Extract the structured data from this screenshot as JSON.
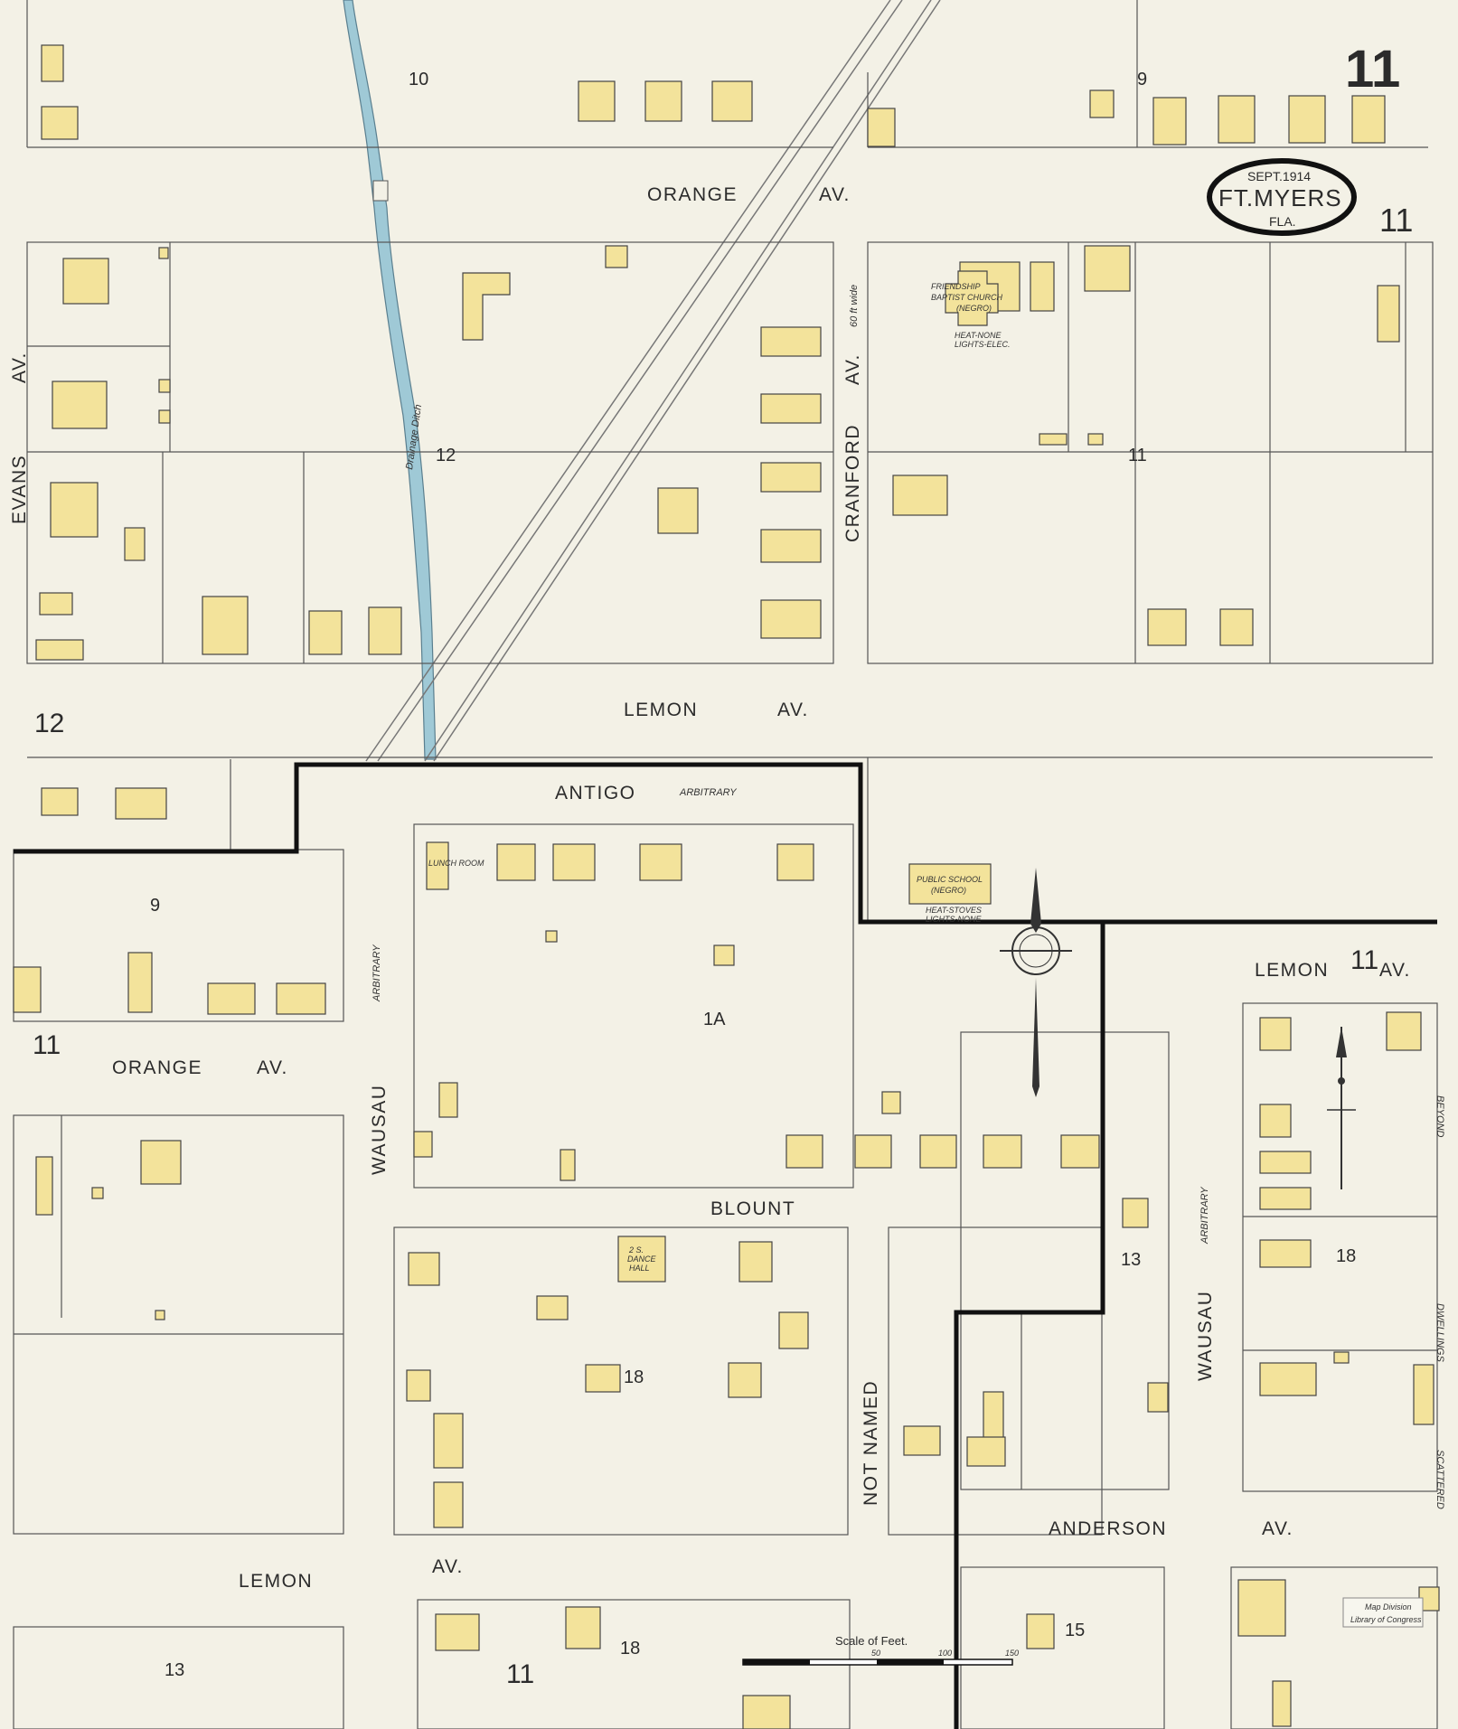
{
  "sheet": {
    "number": "11",
    "date": "SEPT.1914",
    "city": "FT.MYERS",
    "state": "FLA."
  },
  "streets": {
    "orange_top": "ORANGE",
    "orange_top_av": "AV.",
    "lemon_mid": "LEMON",
    "lemon_mid_av": "AV.",
    "antigo": "ANTIGO",
    "antigo_note": "ARBITRARY",
    "orange_left": "ORANGE",
    "orange_left_av": "AV.",
    "blount": "BLOUNT",
    "lemon_bottom": "LEMON",
    "lemon_bottom_av": "AV.",
    "lemon_right": "LEMON",
    "lemon_right_av": "AV.",
    "anderson": "ANDERSON",
    "anderson_av": "AV.",
    "wausau_left": "WAUSAU",
    "wausau_right": "WAUSAU",
    "not_named": "NOT NAMED",
    "cranford": "CRANFORD",
    "cranford_av": "AV.",
    "cranford_width": "60 ft wide",
    "evans": "EVANS",
    "evans_av": "AV.",
    "drainage_ditch": "Drainage Ditch",
    "arbitrary": "ARBITRARY"
  },
  "blocks": [
    "10",
    "9",
    "12",
    "11",
    "12",
    "9",
    "11",
    "1A",
    "11",
    "18",
    "13",
    "18",
    "15",
    "13",
    "11",
    "18"
  ],
  "buildings": {
    "church": [
      "FRIENDSHIP",
      "BAPTIST CHURCH",
      "(NEGRO)"
    ],
    "church_note": [
      "HEAT-NONE",
      "LIGHTS-ELEC."
    ],
    "school": [
      "PUBLIC SCHOOL",
      "(NEGRO)"
    ],
    "school_note": [
      "HEAT-STOVES",
      "LIGHTS-NONE"
    ],
    "dance_hall": [
      "2 S.",
      "DANCE",
      "HALL"
    ],
    "lunch_room": "LUNCH ROOM"
  },
  "scale": {
    "title": "Scale of Feet.",
    "ticks": [
      "50",
      "100",
      "150"
    ]
  },
  "stamp": [
    "Map Division",
    "Library of Congress"
  ],
  "side_notes": {
    "dwellings": "DWELLINGS",
    "beyond": "BEYOND",
    "scattered": "SCATTERED"
  }
}
